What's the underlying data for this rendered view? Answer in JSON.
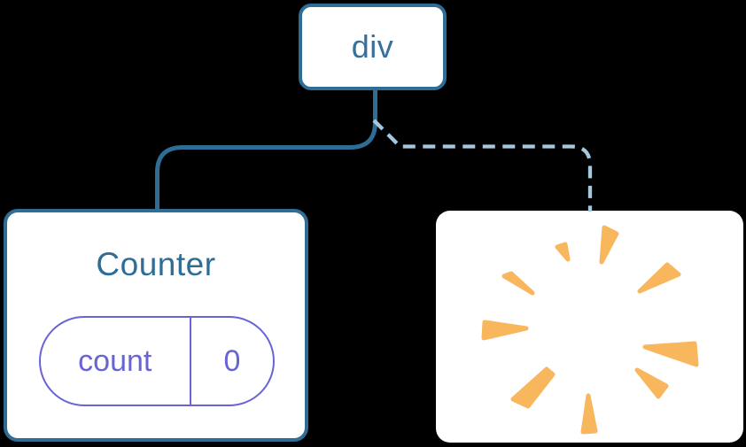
{
  "diagram": {
    "description": "component tree",
    "root": {
      "label": "div"
    },
    "children": [
      {
        "type": "component-card",
        "title": "Counter",
        "state": {
          "key": "count",
          "value": "0"
        },
        "edge_style": "solid"
      },
      {
        "type": "destroyed-card",
        "icon": "poof-starburst-icon",
        "edge_style": "dashed"
      }
    ]
  },
  "colors": {
    "background": "#000000",
    "card_fill": "#ffffff",
    "tree_line_solid": "#2e6d96",
    "tree_line_dashed": "#a6c8df",
    "node_label_text": "#35719f",
    "state_accent_purple": "#6964d6",
    "poof_orange": "#f8b75d"
  }
}
